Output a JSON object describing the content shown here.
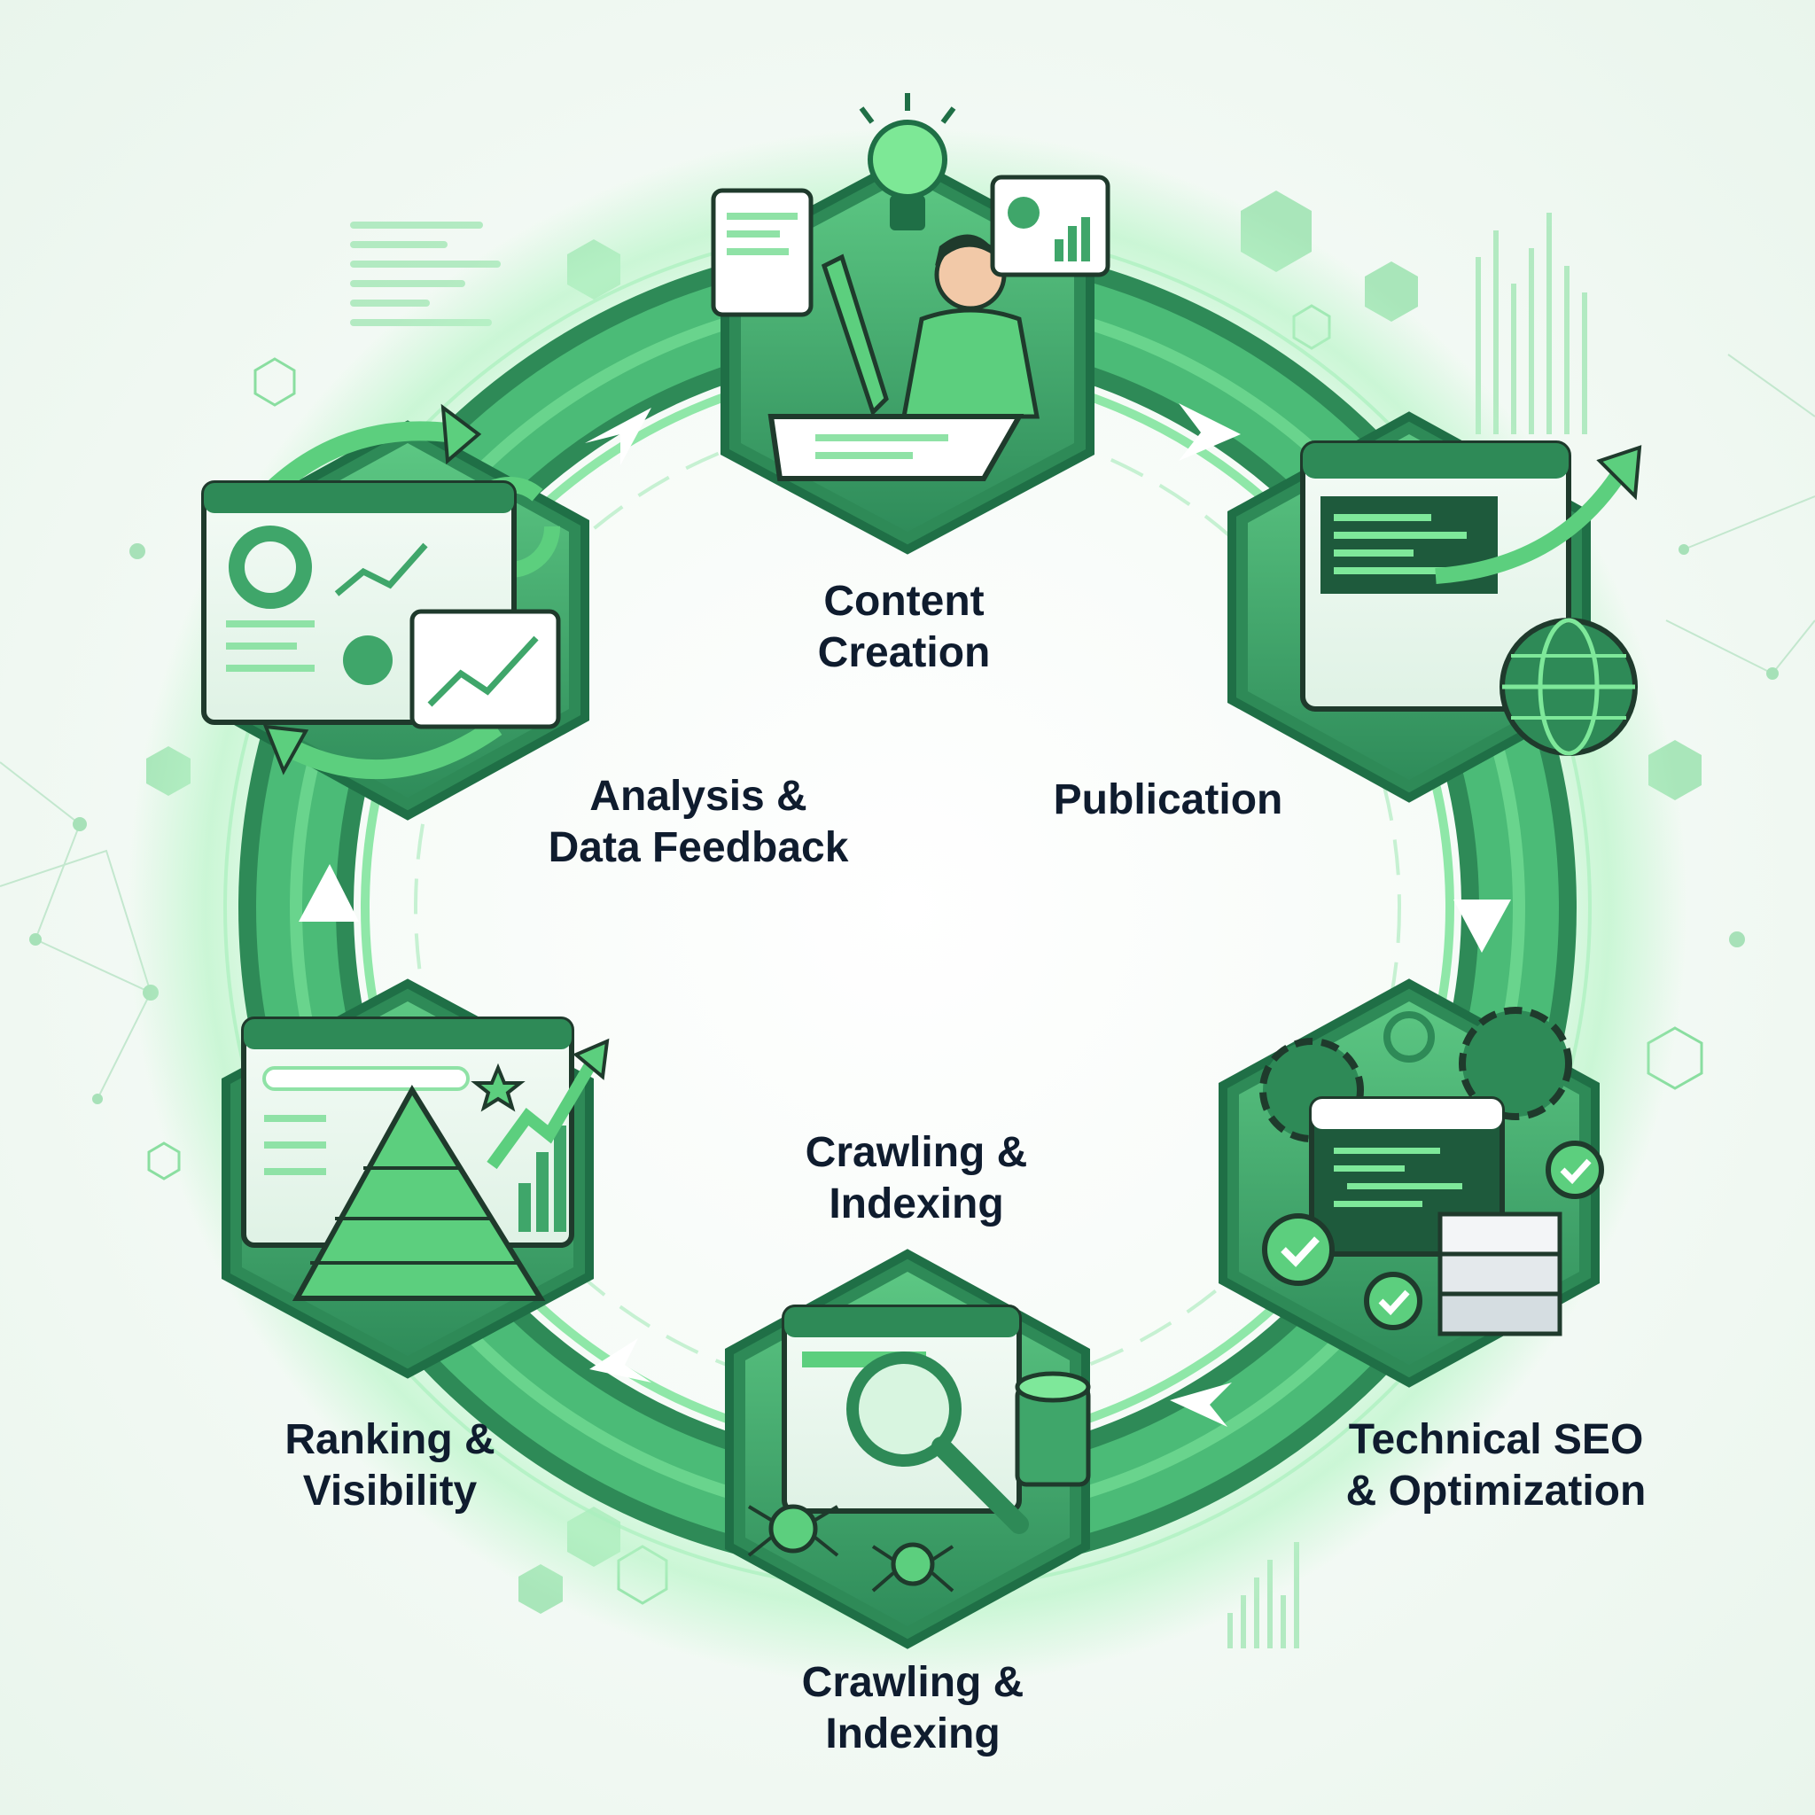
{
  "diagram": {
    "colors": {
      "ring_dark": "#2e8a57",
      "ring_light": "#7ee89a",
      "hex_fill": "#3fa66a",
      "hex_border": "#1f6f46",
      "accent": "#5fe07f",
      "text": "#0f1c2e"
    },
    "steps": [
      {
        "name": "content-creation",
        "icon": "writer-with-pen-and-lightbulb-icon",
        "line1": "Content",
        "line2": "Creation"
      },
      {
        "name": "publication",
        "icon": "browser-globe-upward-arrow-icon",
        "line1": "Publication",
        "line2": ""
      },
      {
        "name": "technical-seo",
        "icon": "gears-code-server-checkmark-icon",
        "line1": "Technical SEO",
        "line2": "& Optimization"
      },
      {
        "name": "crawling-indexing",
        "icon": "magnifier-spider-database-icon",
        "line1": "Crawling &",
        "line2": "Indexing"
      },
      {
        "name": "ranking-visibility",
        "icon": "pyramid-stars-trend-arrow-icon",
        "line1": "Ranking &",
        "line2": "Visibility"
      },
      {
        "name": "analysis-feedback",
        "icon": "dashboard-charts-refresh-icon",
        "line1": "Analysis &",
        "line2": "Data Feedback"
      }
    ],
    "inner_label": {
      "line1": "Crawling &",
      "line2": "Indexing"
    }
  }
}
